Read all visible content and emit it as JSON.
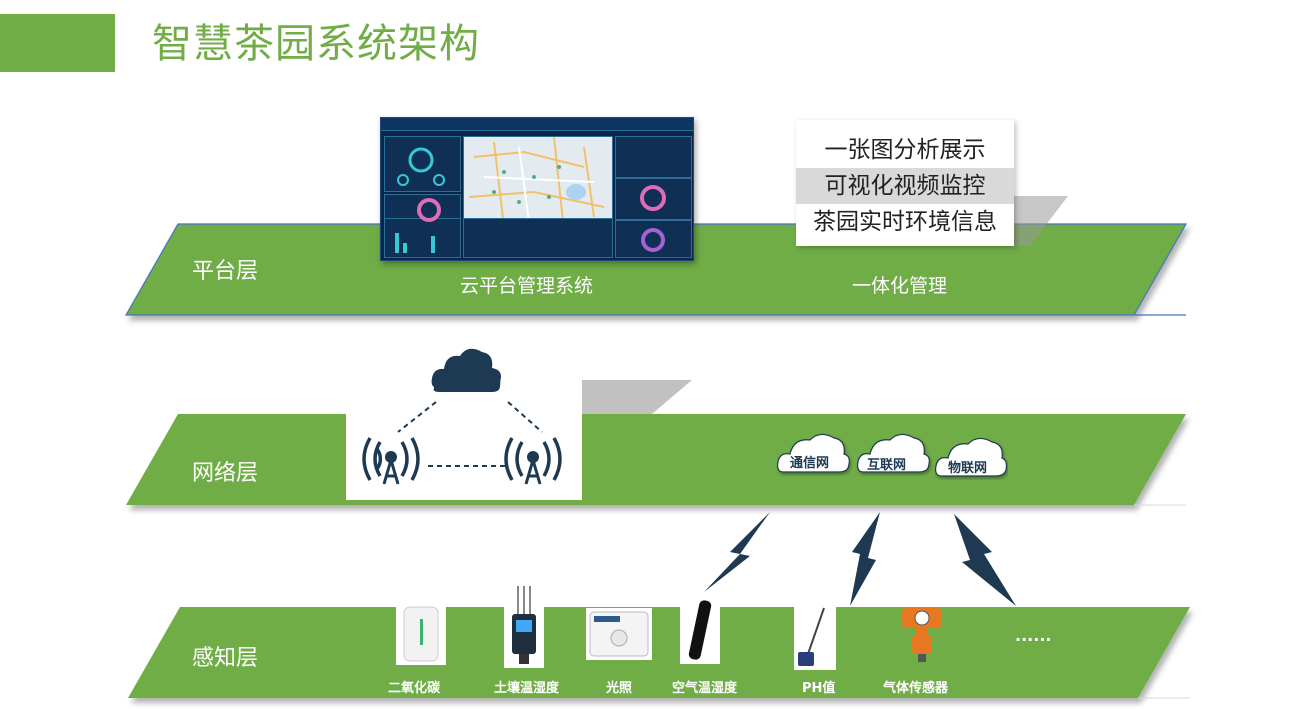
{
  "title": "智慧茶园系统架构",
  "layers": {
    "platform": {
      "label": "平台层",
      "cloud_system": "云平台管理系统",
      "integrated": "一体化管理",
      "features": [
        "一张图分析展示",
        "可视化视频监控",
        "茶园实时环境信息"
      ]
    },
    "network": {
      "label": "网络层",
      "clouds": [
        "通信网",
        "互联网",
        "物联网"
      ]
    },
    "perception": {
      "label": "感知层",
      "sensors": [
        "二氧化碳",
        "土壤温湿度",
        "光照",
        "空气温湿度",
        "PH值",
        "气体传感器"
      ],
      "more": "......"
    }
  },
  "colors": {
    "green": "#70ad47",
    "navy": "#1e3a52",
    "dashboard_bg": "#0b2447"
  },
  "icons": [
    "cloud-icon",
    "antenna-icon",
    "lightning-icon"
  ]
}
